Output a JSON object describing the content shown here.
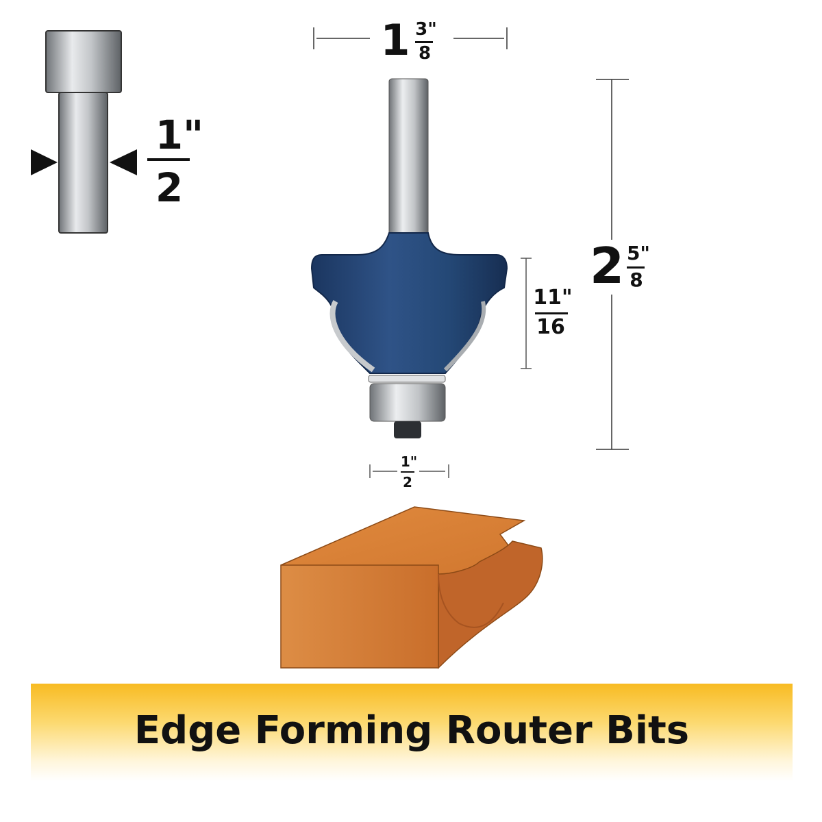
{
  "shank_diagram": {
    "whole": "1\"",
    "denominator": "2"
  },
  "overall_width": {
    "whole": "1",
    "numerator": "3\"",
    "denominator": "8"
  },
  "overall_length": {
    "whole": "2",
    "numerator": "5\"",
    "denominator": "8"
  },
  "cutting_length": {
    "numerator": "11\"",
    "denominator": "16"
  },
  "bearing_diameter": {
    "numerator": "1\"",
    "denominator": "2"
  },
  "banner": {
    "title": "Edge Forming Router Bits"
  },
  "colors": {
    "bit_blue": "#1f3f6e",
    "wood": "#d07a35",
    "banner_yellow": "#f8bb22"
  }
}
